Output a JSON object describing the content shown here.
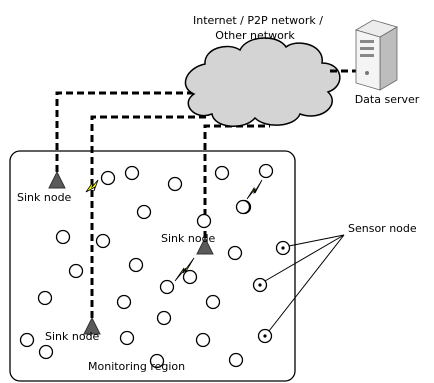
{
  "labels": {
    "network": [
      "Internet / P2P network /",
      "Other network"
    ],
    "data_server": "Data server",
    "sink_node_left": "Sink node",
    "sink_node_center": "Sink node",
    "sink_node_bottom": "Sink node",
    "sensor_node": "Sensor node",
    "monitoring_region": "Monitoring region"
  },
  "colors": {
    "cloud_fill": "#d4d4d4",
    "sink_fill": "#5a5a5a",
    "lightning_fill": "#ffff00",
    "stroke": "#000000"
  },
  "icons": [
    "cloud-icon",
    "server-icon",
    "sink-node-triangle",
    "lightning-icon",
    "sensor-node-circle"
  ]
}
